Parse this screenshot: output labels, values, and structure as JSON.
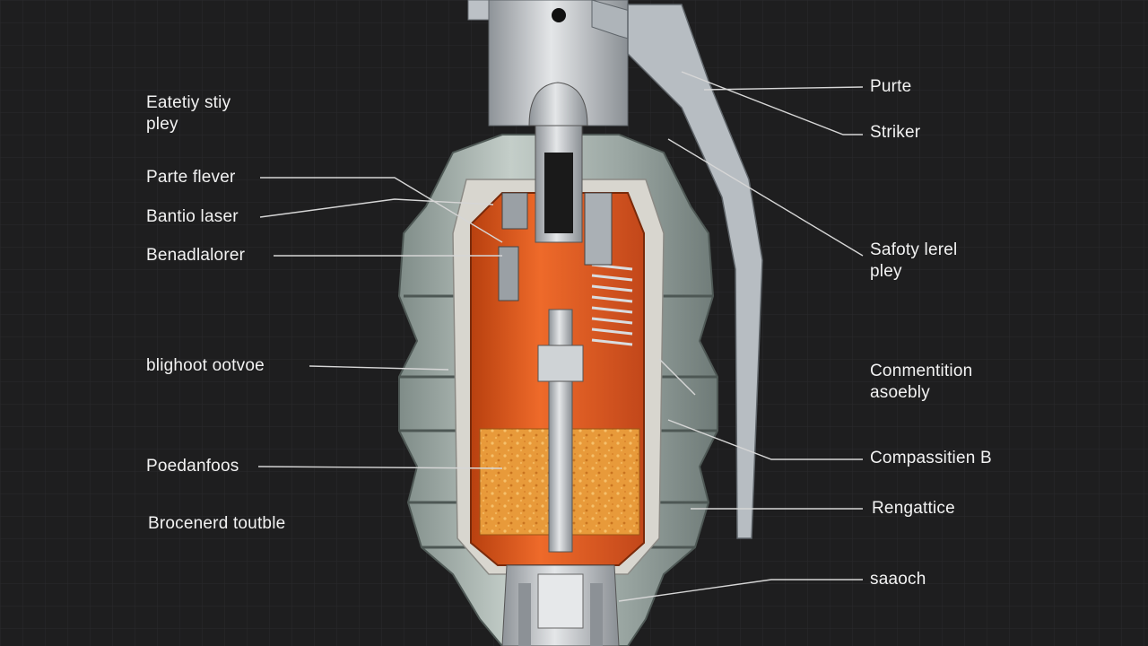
{
  "colors": {
    "background": "#1e1e1f",
    "grid": "#2c2c2e",
    "body_shell": "#a9b5b0",
    "filler_orange": "#e0531f",
    "explosive_fill": "#e79a3c",
    "metal": "#c9cdd1",
    "label_text": "#f2f2f2",
    "leader_line": "#d6d6d6"
  },
  "labels": {
    "left": [
      {
        "id": "safety-stay",
        "lines": [
          "Eatetiy stiy",
          "pley"
        ]
      },
      {
        "id": "parte-flever",
        "lines": [
          "Parte flever"
        ]
      },
      {
        "id": "bantio-laser",
        "lines": [
          "Bantio laser"
        ]
      },
      {
        "id": "benadlalorer",
        "lines": [
          "Benadlalorer"
        ]
      },
      {
        "id": "blighoot-ootvoe",
        "lines": [
          "blighoot ootvoe"
        ]
      },
      {
        "id": "poedanfoos",
        "lines": [
          "Poedanfoos"
        ]
      },
      {
        "id": "brocenerd-toutble",
        "lines": [
          "Brocenerd toutble"
        ]
      }
    ],
    "right": [
      {
        "id": "purte",
        "lines": [
          "Purte"
        ]
      },
      {
        "id": "striker",
        "lines": [
          "Striker"
        ]
      },
      {
        "id": "safoty-lerel",
        "lines": [
          "Safoty lerel",
          "pley"
        ]
      },
      {
        "id": "conmention-asoebly",
        "lines": [
          "Conmentition",
          "asoebly"
        ]
      },
      {
        "id": "compassition-b",
        "lines": [
          "Compassitien B"
        ]
      },
      {
        "id": "rengattice",
        "lines": [
          "Rengattice"
        ]
      },
      {
        "id": "saaoch",
        "lines": [
          "saaoch"
        ]
      }
    ]
  }
}
